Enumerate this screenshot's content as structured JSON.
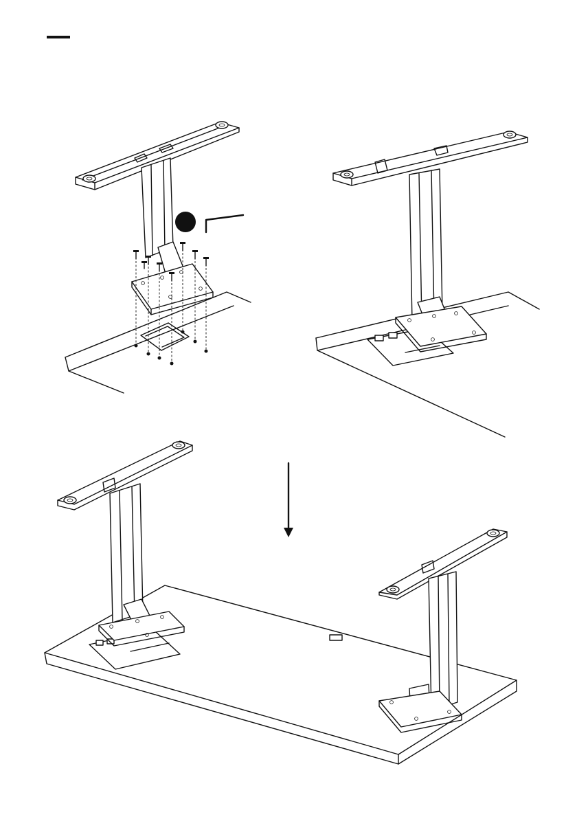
{
  "figure": {
    "step_number_marker": "",
    "panels": [
      {
        "id": "mounting-exploded",
        "tool": "hex-key-icon",
        "screw_count": 8
      },
      {
        "id": "mounted-right-leg"
      },
      {
        "id": "assembled-desk-frame"
      }
    ],
    "direction_arrow": "down-arrow-icon",
    "colors": {
      "line": "#111111",
      "background": "#ffffff"
    }
  }
}
